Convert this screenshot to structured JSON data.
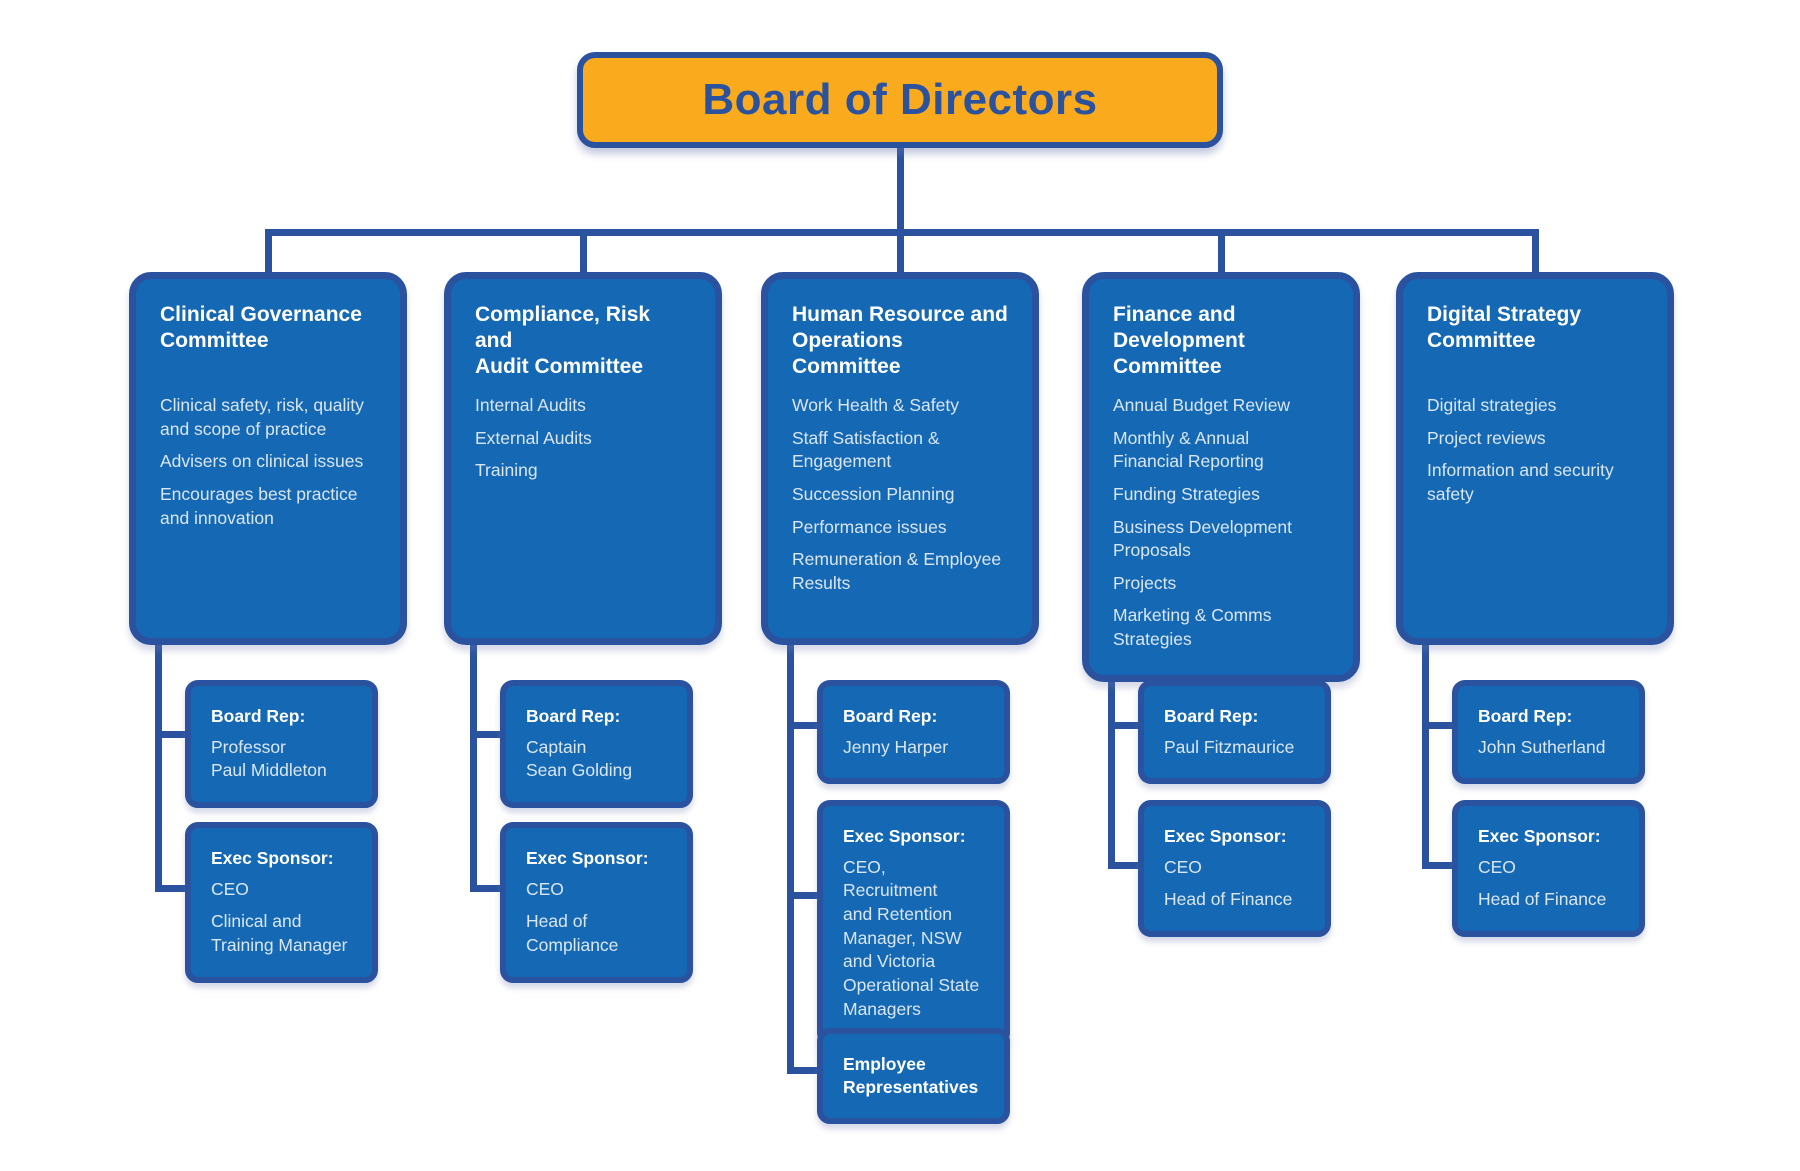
{
  "board": {
    "title": "Board of Directors"
  },
  "colors": {
    "board_fill": "#FAAA1D",
    "navy_border_lines_text": "#2A529E",
    "committee_fill": "#1568B3",
    "heading_text": "#FFFFFF",
    "body_text": "#D9E6F5",
    "background": "#FFFFFF"
  },
  "committees": [
    {
      "name": "Clinical Governance\nCommittee",
      "responsibilities": [
        "Clinical safety, risk, quality\nand scope of practice",
        "Advisers on clinical issues",
        "Encourages best practice\nand innovation"
      ],
      "board_rep": {
        "label": "Board Rep:",
        "name": "Professor\nPaul Middleton"
      },
      "exec_sponsor": {
        "label": "Exec Sponsor:",
        "names": [
          "CEO",
          "Clinical and\nTraining Manager"
        ]
      }
    },
    {
      "name": "Compliance, Risk and\nAudit Committee",
      "responsibilities": [
        "Internal Audits",
        "External Audits",
        "Training"
      ],
      "board_rep": {
        "label": "Board Rep:",
        "name": "Captain\nSean Golding"
      },
      "exec_sponsor": {
        "label": "Exec Sponsor:",
        "names": [
          "CEO",
          "Head of\nCompliance"
        ]
      }
    },
    {
      "name": "Human Resource and\nOperations Committee",
      "responsibilities": [
        "Work Health & Safety",
        "Staff Satisfaction &\nEngagement",
        "Succession Planning",
        "Performance issues",
        "Remuneration & Employee\nResults"
      ],
      "board_rep": {
        "label": "Board Rep:",
        "name": "Jenny Harper"
      },
      "exec_sponsor": {
        "label": "Exec Sponsor:",
        "names": [
          "CEO, Recruitment\nand Retention\nManager, NSW\nand Victoria\nOperational State\nManagers"
        ]
      },
      "extra_box": "Employee\nRepresentatives"
    },
    {
      "name": "Finance and\nDevelopment\nCommittee",
      "responsibilities": [
        "Annual Budget Review",
        "Monthly & Annual\nFinancial Reporting",
        "Funding Strategies",
        "Business Development\nProposals",
        "Projects",
        "Marketing & Comms\nStrategies"
      ],
      "board_rep": {
        "label": "Board Rep:",
        "name": "Paul Fitzmaurice"
      },
      "exec_sponsor": {
        "label": "Exec Sponsor:",
        "names": [
          "CEO",
          "Head of Finance"
        ]
      }
    },
    {
      "name": "Digital Strategy\nCommittee",
      "responsibilities": [
        "Digital strategies",
        "Project reviews",
        "Information and security\nsafety"
      ],
      "board_rep": {
        "label": "Board Rep:",
        "name": "John Sutherland"
      },
      "exec_sponsor": {
        "label": "Exec Sponsor:",
        "names": [
          "CEO",
          "Head of Finance"
        ]
      }
    }
  ]
}
